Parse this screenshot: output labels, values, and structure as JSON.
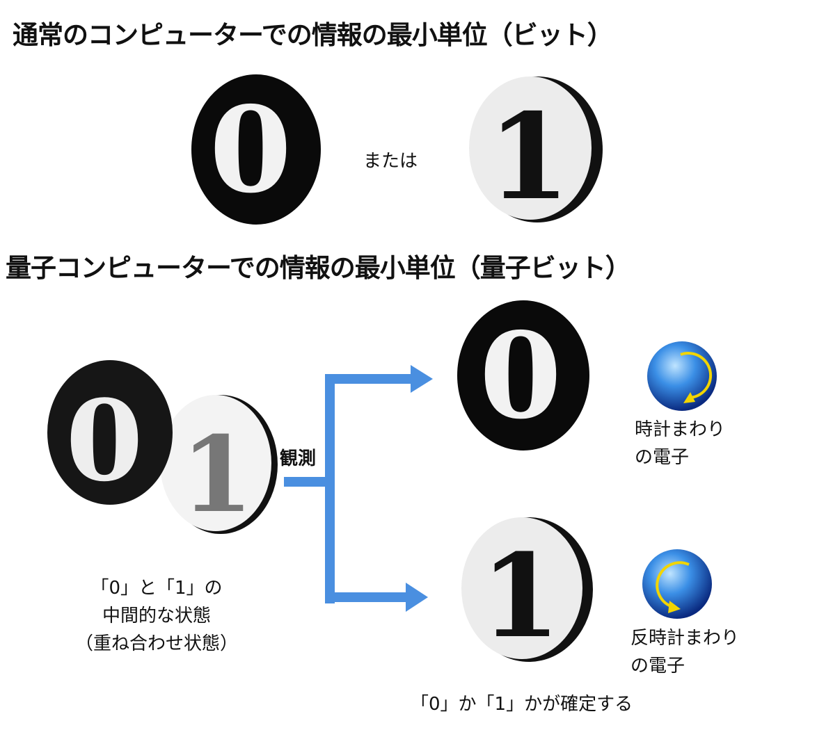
{
  "classical": {
    "title": "通常のコンピューターでの情報の最小単位（ビット）",
    "coin_zero": "0",
    "or_label": "または",
    "coin_one": "1"
  },
  "quantum": {
    "title": "量子コンピューターでの情報の最小単位（量子ビット）",
    "superposition_zero": "0",
    "superposition_one": "1",
    "superposition_caption": [
      "「0」と「1」の",
      "中間的な状態",
      "（重ね合わせ状態）"
    ],
    "observe_label": "観測",
    "result_zero": "0",
    "result_one": "1",
    "clockwise_caption": [
      "時計まわり",
      "の電子"
    ],
    "counterclockwise_caption": [
      "反時計まわり",
      "の電子"
    ],
    "result_caption": "「0」か「1」かが確定する"
  },
  "colors": {
    "arrow": "#4a8fe0",
    "coin_dark": "#0a0a0a",
    "coin_light": "#ececec",
    "electron": "#1a6fd0",
    "electron_arrow": "#f2d500"
  }
}
